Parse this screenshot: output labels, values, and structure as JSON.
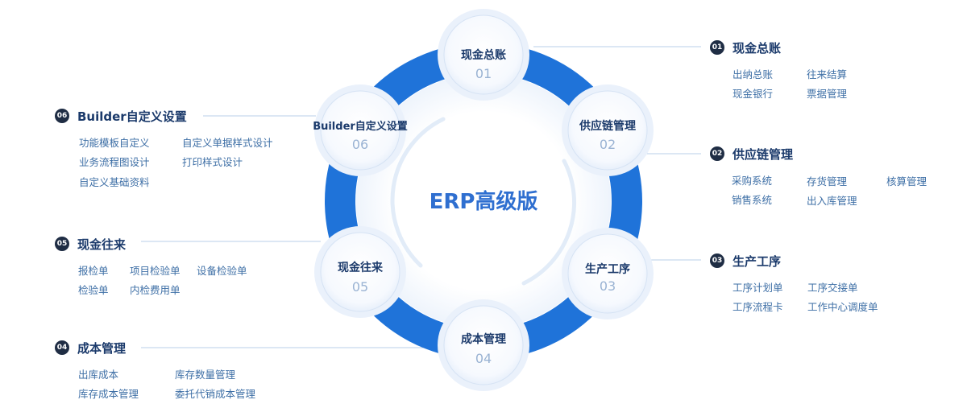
{
  "center": {
    "title": "ERP高级版"
  },
  "nodes": [
    {
      "title": "现金总账",
      "num": "01"
    },
    {
      "title": "供应链管理",
      "num": "02"
    },
    {
      "title": "生产工序",
      "num": "03"
    },
    {
      "title": "成本管理",
      "num": "04"
    },
    {
      "title": "现金往来",
      "num": "05"
    },
    {
      "title": "Builder自定义设置",
      "num": "06"
    }
  ],
  "modules": [
    {
      "badge": "01",
      "title": "现金总账",
      "items": [
        "出纳总账",
        "往来结算",
        "现金银行",
        "票据管理"
      ]
    },
    {
      "badge": "02",
      "title": "供应链管理",
      "items": [
        "采购系统",
        "存货管理",
        "核算管理",
        "销售系统",
        "出入库管理"
      ]
    },
    {
      "badge": "03",
      "title": "生产工序",
      "items": [
        "工序计划单",
        "工序交接单",
        "工序流程卡",
        "工作中心调度单"
      ]
    },
    {
      "badge": "04",
      "title": "成本管理",
      "items": [
        "出库成本",
        "库存数量管理",
        "库存成本管理",
        "委托代销成本管理"
      ]
    },
    {
      "badge": "05",
      "title": "现金往来",
      "items": [
        "报检单",
        "项目检验单",
        "设备检验单",
        "检验单",
        "内检费用单"
      ]
    },
    {
      "badge": "06",
      "title": "Builder自定义设置",
      "items": [
        "功能模板自定义",
        "自定义单据样式设计",
        "业务流程图设计",
        "打印样式设计",
        "自定义基础资料"
      ]
    }
  ],
  "colors": {
    "ring": "#1f73d9",
    "accent_text": "#2f6fd0",
    "connector": "#b9cfe8"
  }
}
